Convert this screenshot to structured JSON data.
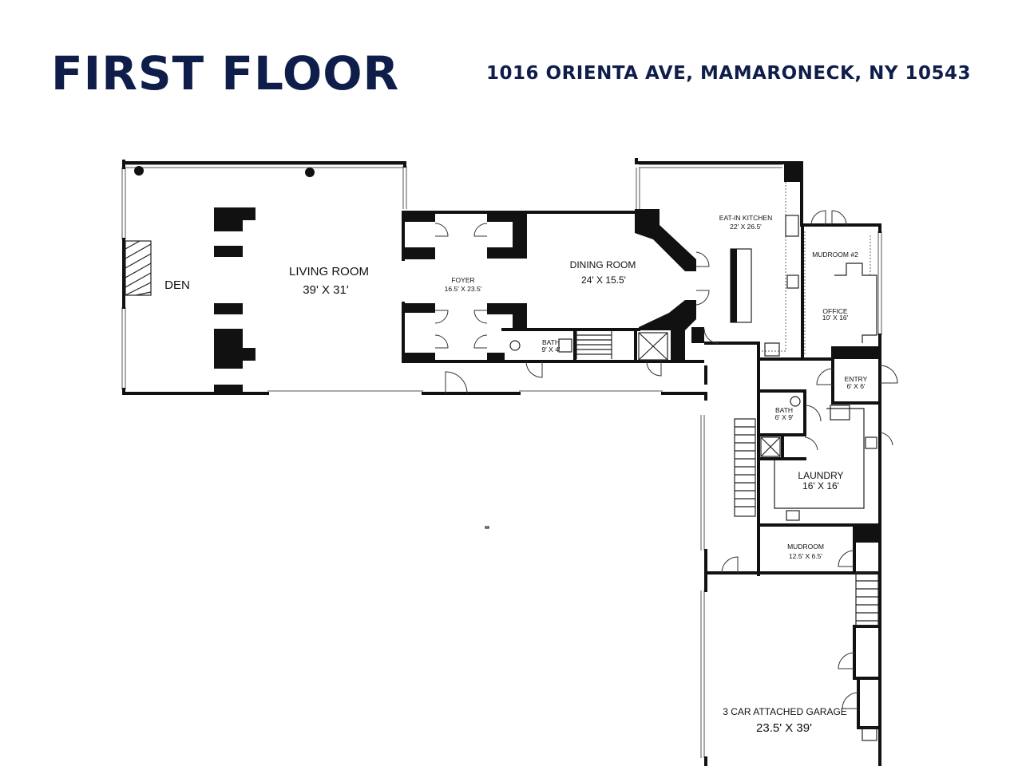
{
  "header": {
    "title": "FIRST FLOOR",
    "address": "1016 ORIENTA AVE, MAMARONECK, NY 10543"
  },
  "rooms": {
    "den": {
      "name": "DEN"
    },
    "living": {
      "name": "LIVING ROOM",
      "dims": "39' X 31'"
    },
    "foyer": {
      "name": "FOYER",
      "dims": "16.5' X 23.5'"
    },
    "dining": {
      "name": "DINING ROOM",
      "dims": "24' X 15.5'"
    },
    "kitchen": {
      "name": "EAT-IN KITCHEN",
      "dims": "22' X 26.5'"
    },
    "mudroom2": {
      "name": "MUDROOM #2"
    },
    "office": {
      "name": "OFFICE",
      "dims": "10' X 16'"
    },
    "bath_small": {
      "name": "BATH",
      "dims": "9' X 4'"
    },
    "entry": {
      "name": "ENTRY",
      "dims": "6' X 6'"
    },
    "bath2": {
      "name": "BATH",
      "dims": "6' X 9'"
    },
    "laundry": {
      "name": "LAUNDRY",
      "dims": "16' X 16'"
    },
    "mudroom": {
      "name": "MUDROOM",
      "dims": "12.5' X 6.5'"
    },
    "garage": {
      "name": "3 CAR ATTACHED GARAGE",
      "dims": "23.5' X 39'"
    }
  }
}
